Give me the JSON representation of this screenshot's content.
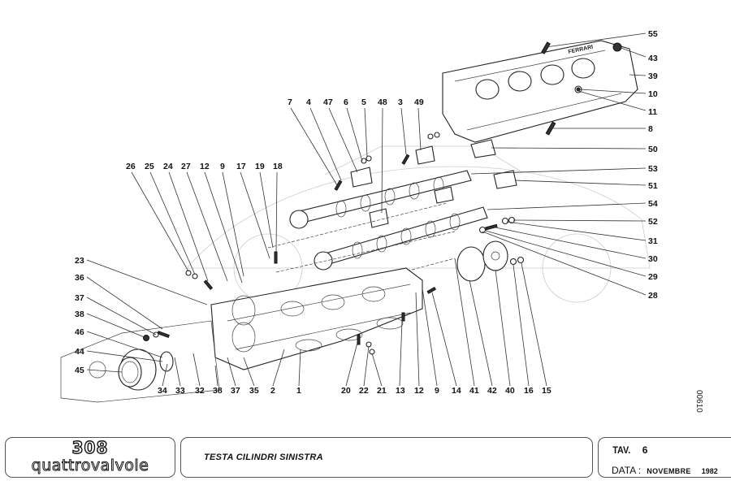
{
  "sheet": {
    "model": "308",
    "model_subtitle": "quattrovalvole",
    "title": "TESTA CILINDRI SINISTRA",
    "tav_label": "TAV.",
    "tav_number": "6",
    "date_label": "DATA :",
    "date_month": "NOVEMBRE",
    "date_year": "1982",
    "drawing_code": "00610"
  },
  "callouts": {
    "top_row_left": [
      "26",
      "25",
      "24",
      "27",
      "12",
      "9",
      "17",
      "19",
      "18"
    ],
    "top_row_center": [
      "7",
      "4",
      "47",
      "6",
      "5",
      "48",
      "3",
      "49"
    ],
    "right_column": [
      "55",
      "43",
      "39",
      "10",
      "11",
      "8",
      "50",
      "53",
      "51",
      "54",
      "52",
      "31",
      "30",
      "29",
      "28"
    ],
    "left_column": [
      "23",
      "36",
      "37",
      "38",
      "46",
      "44",
      "45"
    ],
    "bottom_row": [
      "34",
      "33",
      "32",
      "38",
      "37",
      "35",
      "2",
      "1",
      "20",
      "22",
      "21",
      "13",
      "12",
      "9",
      "14",
      "41",
      "42",
      "40",
      "16",
      "15"
    ]
  }
}
